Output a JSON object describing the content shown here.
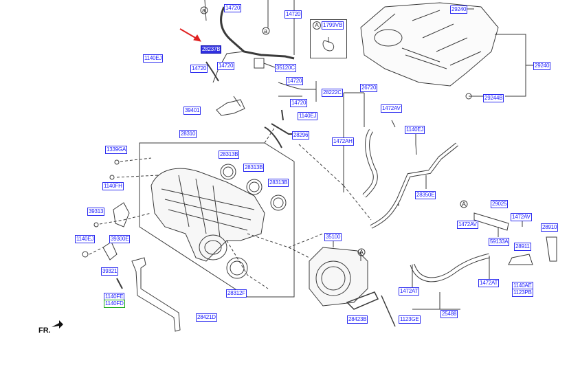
{
  "orientation_label": "FR.",
  "callout_letter": "A",
  "legend": {
    "letter": "A",
    "part": "1799VB"
  },
  "labels": {
    "l14720_a": "14720",
    "l14720_b": "14720",
    "l28237b": "28237B",
    "l1140ej_a": "1140EJ",
    "l14720_c": "14720",
    "l14720_d": "14720",
    "l35120c": "35120C",
    "l14720_e": "14720",
    "l14720_f": "14720",
    "l39401": "39401",
    "l1140ej_b": "1140EJ",
    "l28310": "28310",
    "l28296": "28296",
    "l28222c": "28222C",
    "l26720": "26720",
    "l1472av_a": "1472AV",
    "l1472ah": "1472AH",
    "l1140ej_c": "1140EJ",
    "l29240_a": "29240",
    "l29240_b": "29240",
    "l29244b": "29244B",
    "l1339ga": "1339GA",
    "l28313b_a": "28313B",
    "l28313b_b": "28313B",
    "l28313b_c": "28313B",
    "l1140fh": "1140FH",
    "l39313": "39313",
    "l28350e": "28350E",
    "l29025": "29025",
    "l1472av_b": "1472AV",
    "l1472av_c": "1472AV",
    "l28910": "28910",
    "l1140ej_d": "1140EJ",
    "l39300e": "39300E",
    "l35100": "35100",
    "l59133a": "59133A",
    "l28911": "28911",
    "l39321": "39321",
    "l1472at_a": "1472AT",
    "l1472at_b": "1472AT",
    "l1140ae": "1140AE",
    "l1123pb": "1123PB",
    "l1140fe": "1140FE",
    "l1140fd": "1140FD",
    "l28312f": "28312F",
    "l25488": "25488",
    "l28421d": "28421D",
    "l28423b": "28423B",
    "l1123ge": "1123GE"
  },
  "colors": {
    "line": "#3a3a3a",
    "label": "#1a1aff",
    "highlight": "#2f2fe0",
    "arrow": "#e02020"
  }
}
